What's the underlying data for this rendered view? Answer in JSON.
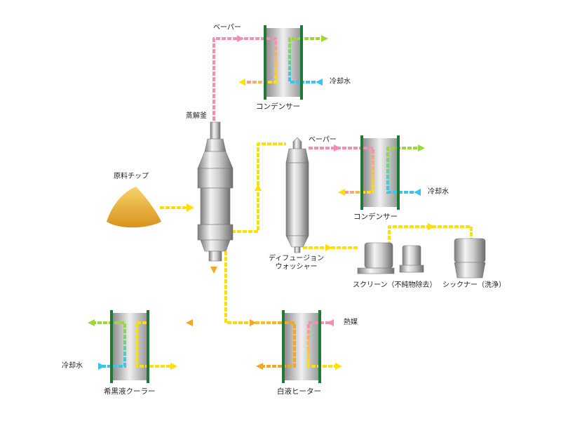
{
  "labels": {
    "vapor_top": "ベーパー",
    "condenser_top": "コンデンサー",
    "cooling_water_top": "冷却水",
    "digester": "蒸解釜",
    "wood_chips": "原料チップ",
    "vapor_mid": "ベーパー",
    "condenser_mid": "コンデンサー",
    "cooling_water_mid": "冷却水",
    "diffusion_washer": "ディフュージョン\nウォッシャー",
    "screen": "スクリーン（不純物除去）",
    "thickener": "シックナー（洗浄）",
    "black_liquor_cooler": "希黒液クーラー",
    "cooling_water_left": "冷却水",
    "white_liquor_heater": "白液ヒーター",
    "heat_medium": "熱媒"
  },
  "colors": {
    "vapor_pink": "#f48fb1",
    "liquor_yellow": "#ffe000",
    "liquor_orange": "#f5a623",
    "cooling_cyan": "#33c6ee",
    "outlet_green": "#9ed838",
    "frame_green": "#1e7a36",
    "chip_gold": "#e5a32a"
  }
}
